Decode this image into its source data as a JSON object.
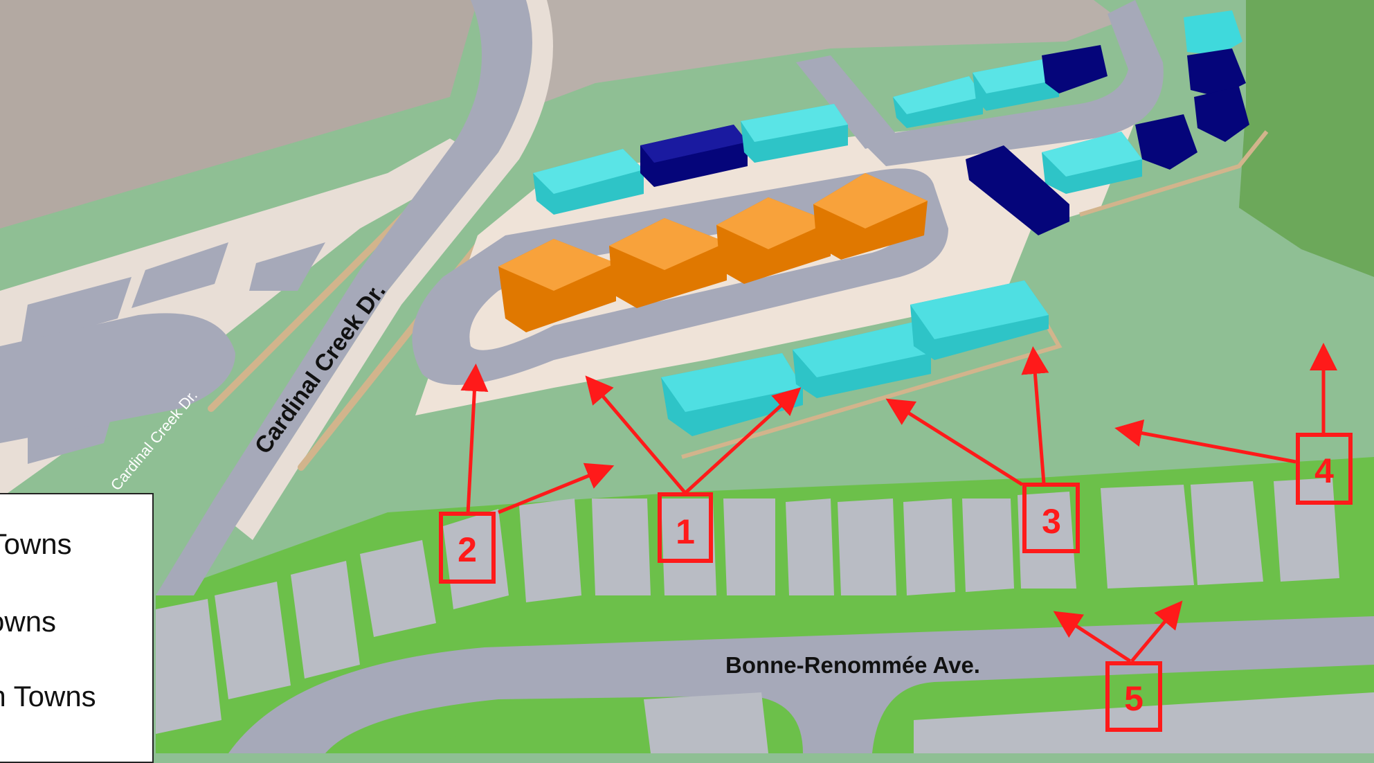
{
  "map": {
    "roads": {
      "main_road": "Cardinal Creek Dr.",
      "side_road": "Cardinal Creek Dr.",
      "bottom_road": "Bonne-Renommée Ave."
    },
    "callouts": [
      "1",
      "2",
      "3",
      "4",
      "5"
    ],
    "colors": {
      "orange_towns": "#f28a0c",
      "cyan_towns": "#3fd9dc",
      "navy_towns": "#0a0a8c",
      "existing_homes": "#b9bcc4",
      "callout_red": "#ff1a1a",
      "grass": "#8fbf94",
      "road": "#a6a9b9",
      "sidewalk": "#efe3d8"
    }
  },
  "legend": {
    "items": [
      "t Towns",
      "Towns",
      "an Towns"
    ]
  }
}
